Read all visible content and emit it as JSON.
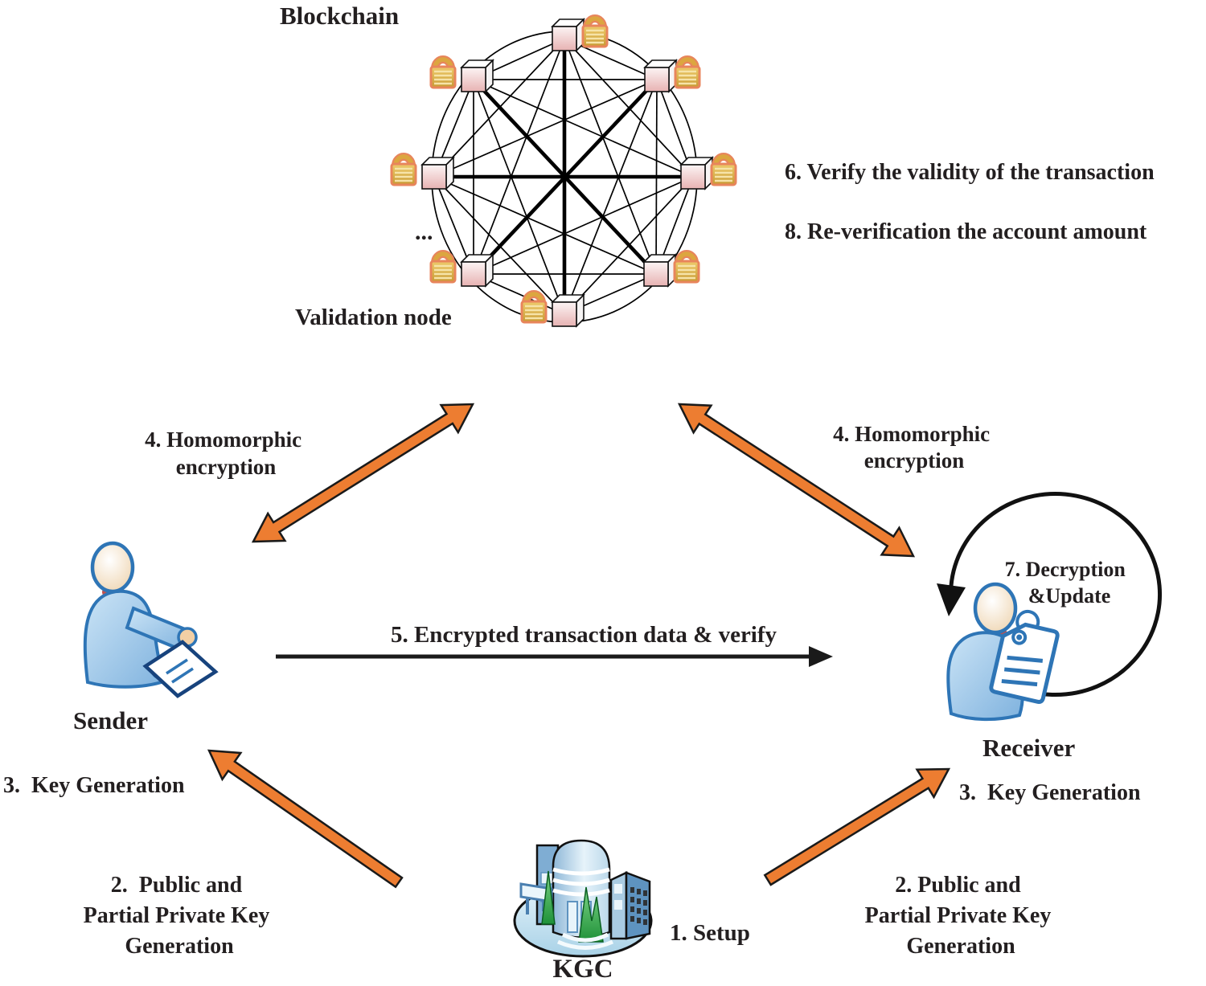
{
  "network": {
    "label": "Blockchain",
    "node_label": "Validation node",
    "ellipsis": "...",
    "node_count": 8
  },
  "annotations": {
    "step1": "1. Setup",
    "step2_left": {
      "line1": "2.  Public and",
      "line2": "Partial Private Key",
      "line3": "Generation"
    },
    "step2_right": {
      "line1": "2. Public and",
      "line2": "Partial Private Key",
      "line3": "Generation"
    },
    "step3_left": "3.  Key Generation",
    "step3_right": "3.  Key Generation",
    "step4_left": {
      "line1": "4. Homomorphic",
      "line2": "encryption"
    },
    "step4_right": {
      "line1": "4. Homomorphic",
      "line2": "encryption"
    },
    "step5": "5. Encrypted transaction data & verify",
    "step6": "6. Verify the validity of the transaction",
    "step7": {
      "line1": "7. Decryption",
      "line2": "&Update"
    },
    "step8": "8. Re-verification the account amount"
  },
  "actors": {
    "sender": "Sender",
    "receiver": "Receiver",
    "kgc": "KGC"
  },
  "icons": {
    "validation_node": "cube-icon",
    "node_security": "padlock-icon",
    "sender": "person-with-document-icon",
    "receiver": "person-with-tag-icon",
    "kgc": "office-building-icon",
    "loop": "circular-arrow-icon"
  },
  "colors": {
    "arrow_orange": "#ED7D31",
    "arrow_black": "#1A1A1A",
    "node_pink": "#E7B2B2",
    "lock_gold": "#D9AE4C",
    "person_blue": "#7FB2DE",
    "outline_blue": "#2E75B6",
    "text": "#231F20"
  }
}
